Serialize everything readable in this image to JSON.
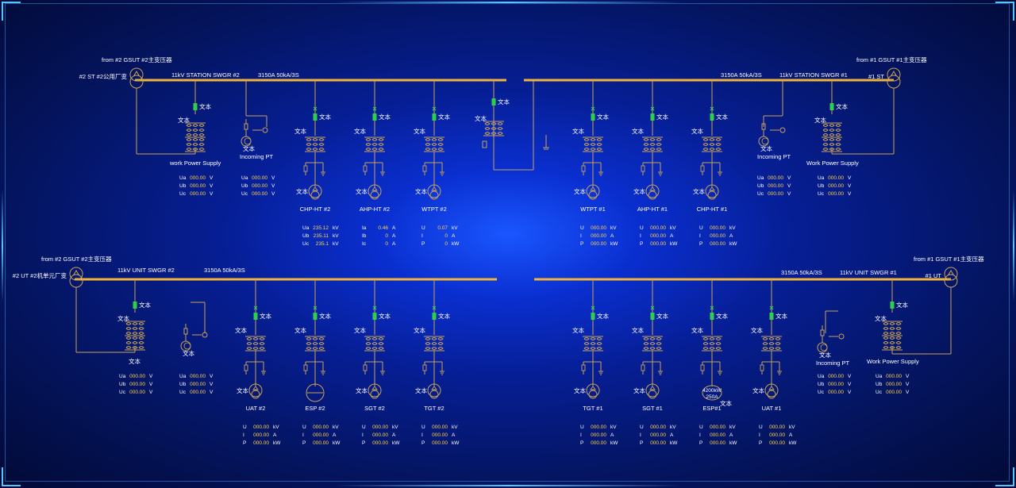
{
  "colors": {
    "background": "#061e94",
    "bus": "#f0b43c",
    "wire": "#c8a25a",
    "breaker": "#2ed04a",
    "value": "#ffd34a",
    "label": "#ffffff"
  },
  "placeholder": "文本",
  "buses": [
    {
      "id": "station2",
      "name": "11kV STATION SWGR #2",
      "rating": "3150A 50kA/3S"
    },
    {
      "id": "station1",
      "name": "11kV STATION SWGR #1",
      "rating": "3150A 50kA/3S"
    },
    {
      "id": "unit2",
      "name": "11kV UNIT SWGR #2",
      "rating": "3150A 50kA/3S"
    },
    {
      "id": "unit1",
      "name": "11kV UNIT SWGR #1",
      "rating": "3150A 50kA/3S"
    }
  ],
  "sources": [
    {
      "from": "from #2 GSUT #2主变压器",
      "name": "#2 ST  #2公用厂变"
    },
    {
      "from": "from #1 GSUT #1主变压器",
      "name": "#1 ST"
    },
    {
      "from": "from #2 GSUT #2主变压器",
      "name": "#2 UT #2机单元厂变"
    },
    {
      "from": "from #1 GSUT #1主变压器",
      "name": "#1 UT"
    }
  ],
  "aux": {
    "wps_s2": "work Power Supply",
    "ipt_s2": "Incoming PT",
    "ipt_s1": "Incoming PT",
    "wps_s1": "Work Power Supply",
    "wps_u2": "文本",
    "ipt_u1": "Incoming PT",
    "wps_u1": "Work Power Supply"
  },
  "feeders_station2": [
    {
      "name": "CHP-HT #2",
      "labels": [
        "Ua",
        "Ub",
        "Uc"
      ],
      "values": [
        "235.12",
        "235.11",
        "235.1"
      ],
      "units": [
        "kV",
        "kV",
        "kV"
      ]
    },
    {
      "name": "AHP-HT #2",
      "labels": [
        "Ia",
        "Ib",
        "Ic"
      ],
      "values": [
        "0.46",
        "0",
        "0"
      ],
      "units": [
        "A",
        "A",
        "A"
      ]
    },
    {
      "name": "WTPT #2",
      "labels": [
        "U",
        "I",
        "P"
      ],
      "values": [
        "0.07",
        "0",
        "0"
      ],
      "units": [
        "kV",
        "A",
        "kW"
      ]
    }
  ],
  "feeders_station1": [
    {
      "name": "WTPT #1",
      "labels": [
        "U",
        "I",
        "P"
      ],
      "values": [
        "000.00",
        "000.00",
        "000.00"
      ],
      "units": [
        "kV",
        "A",
        "kW"
      ]
    },
    {
      "name": "AHP-HT #1",
      "labels": [
        "U",
        "I",
        "P"
      ],
      "values": [
        "000.00",
        "000.00",
        "000.00"
      ],
      "units": [
        "kV",
        "A",
        "kW"
      ]
    },
    {
      "name": "CHP-HT #1",
      "labels": [
        "U",
        "I",
        "P"
      ],
      "values": [
        "000.00",
        "000.00",
        "000.00"
      ],
      "units": [
        "kV",
        "A",
        "kW"
      ]
    }
  ],
  "feeders_unit2": [
    {
      "name": "UAT #2",
      "labels": [
        "U",
        "I",
        "P"
      ],
      "values": [
        "000.00",
        "000.00",
        "000.00"
      ],
      "units": [
        "kV",
        "A",
        "kW"
      ]
    },
    {
      "name": "ESP #2",
      "labels": [
        "U",
        "I",
        "P"
      ],
      "values": [
        "000.00",
        "000.00",
        "000.00"
      ],
      "units": [
        "kV",
        "A",
        "kW"
      ]
    },
    {
      "name": "SGT #2",
      "labels": [
        "U",
        "I",
        "P"
      ],
      "values": [
        "000.00",
        "000.00",
        "000.00"
      ],
      "units": [
        "kV",
        "A",
        "kW"
      ]
    },
    {
      "name": "TGT #2",
      "labels": [
        "U",
        "I",
        "P"
      ],
      "values": [
        "000.00",
        "000.00",
        "000.00"
      ],
      "units": [
        "kV",
        "A",
        "kW"
      ]
    }
  ],
  "feeders_unit1": [
    {
      "name": "TGT #1",
      "labels": [
        "U",
        "I",
        "P"
      ],
      "values": [
        "000.00",
        "000.00",
        "000.00"
      ],
      "units": [
        "kV",
        "A",
        "kW"
      ]
    },
    {
      "name": "SGT #1",
      "labels": [
        "U",
        "I",
        "P"
      ],
      "values": [
        "000.00",
        "000.00",
        "000.00"
      ],
      "units": [
        "kV",
        "A",
        "kW"
      ]
    },
    {
      "name": "ESP#1",
      "labels": [
        "U",
        "I",
        "P"
      ],
      "values": [
        "000.00",
        "000.00",
        "000.00"
      ],
      "units": [
        "kV",
        "A",
        "kW"
      ]
    },
    {
      "name": "UAT #1",
      "labels": [
        "U",
        "I",
        "P"
      ],
      "values": [
        "000.00",
        "000.00",
        "000.00"
      ],
      "units": [
        "kV",
        "A",
        "kW"
      ]
    }
  ],
  "esp1_rating": [
    "4200kW",
    "250A"
  ],
  "voltage_panels": [
    {
      "labels": [
        "Ua",
        "Ub",
        "Uc"
      ],
      "values": [
        "000.00",
        "000.00",
        "000.00"
      ],
      "units": [
        "V",
        "V",
        "V"
      ]
    },
    {
      "labels": [
        "Ua",
        "Ub",
        "Uc"
      ],
      "values": [
        "000.00",
        "000.00",
        "000.00"
      ],
      "units": [
        "V",
        "V",
        "V"
      ]
    },
    {
      "labels": [
        "Ua",
        "Ub",
        "Uc"
      ],
      "values": [
        "000.00",
        "000.00",
        "000.00"
      ],
      "units": [
        "V",
        "V",
        "V"
      ]
    },
    {
      "labels": [
        "Ua",
        "Ub",
        "Uc"
      ],
      "values": [
        "000.00",
        "000.00",
        "000.00"
      ],
      "units": [
        "V",
        "V",
        "V"
      ]
    },
    {
      "labels": [
        "Ua",
        "Ub",
        "Uc"
      ],
      "values": [
        "000.00",
        "000.00",
        "000.00"
      ],
      "units": [
        "V",
        "V",
        "V"
      ]
    },
    {
      "labels": [
        "Ua",
        "Ub",
        "Uc"
      ],
      "values": [
        "000.00",
        "000.00",
        "000.00"
      ],
      "units": [
        "V",
        "V",
        "V"
      ]
    },
    {
      "labels": [
        "Ua",
        "Ub",
        "Uc"
      ],
      "values": [
        "000.00",
        "000.00",
        "000.00"
      ],
      "units": [
        "V",
        "V",
        "V"
      ]
    },
    {
      "labels": [
        "Ua",
        "Ub",
        "Uc"
      ],
      "values": [
        "000.00",
        "000.00",
        "000.00"
      ],
      "units": [
        "V",
        "V",
        "V"
      ]
    }
  ]
}
